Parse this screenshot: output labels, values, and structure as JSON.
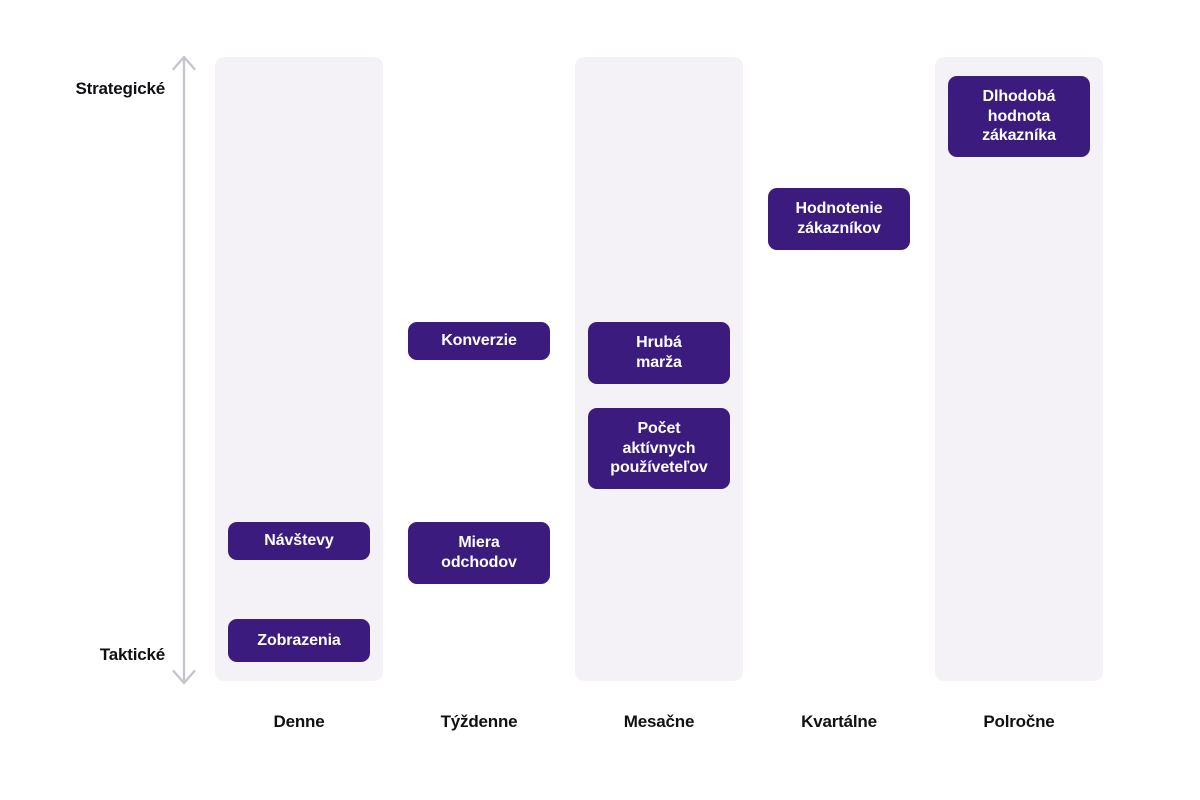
{
  "axis": {
    "top_label": "Strategické",
    "bottom_label": "Taktické",
    "arrow_color": "#c5c5ce",
    "icon": "double-headed-vertical-arrow-icon"
  },
  "theme": {
    "background": "#ffffff",
    "band_color": "#f4f2f7",
    "card_color": "#3b1c7e",
    "card_text_color": "#ffffff",
    "label_color": "#111014"
  },
  "chart_data": {
    "type": "scatter",
    "title": "",
    "xlabel": "",
    "ylabel": "",
    "grid": false,
    "legend": null,
    "x_categories": [
      "Denne",
      "Týždenne",
      "Mesačne",
      "Kvartálne",
      "Polročne"
    ],
    "y_axis": {
      "type": "ordinal",
      "low_label": "Taktické",
      "high_label": "Strategické",
      "range": [
        0,
        100
      ]
    },
    "columns": [
      {
        "label": "Denne",
        "banded": true,
        "items": [
          {
            "label": "Návštevy",
            "y": 24,
            "lines": 1
          },
          {
            "label": "Zobrazenia",
            "y": 8,
            "lines": 1
          }
        ]
      },
      {
        "label": "Týždenne",
        "banded": false,
        "items": [
          {
            "label": "Konverzie",
            "y": 57,
            "lines": 1
          },
          {
            "label": "Miera\nodchodov",
            "y": 22,
            "lines": 2
          }
        ]
      },
      {
        "label": "Mesačne",
        "banded": true,
        "items": [
          {
            "label": "Hrubá\nmarža",
            "y": 55,
            "lines": 2
          },
          {
            "label": "Počet\naktívnych\npoužíveteľov",
            "y": 39,
            "lines": 3
          }
        ]
      },
      {
        "label": "Kvartálne",
        "banded": false,
        "items": [
          {
            "label": "Hodnotenie\nzákazníkov",
            "y": 76,
            "lines": 2
          }
        ]
      },
      {
        "label": "Polročne",
        "banded": true,
        "items": [
          {
            "label": "Dlhodobá\nhodnota\nzákazníka",
            "y": 93,
            "lines": 3
          }
        ]
      }
    ]
  },
  "layout": {
    "column_left": [
      215,
      395,
      575,
      755,
      935
    ],
    "card_tops": [
      [
        522,
        619
      ],
      [
        322,
        522
      ],
      [
        322,
        408
      ],
      [
        188
      ],
      [
        76
      ]
    ],
    "card_heights": [
      [
        38,
        43
      ],
      [
        38,
        62
      ],
      [
        62,
        81
      ],
      [
        62,
        81
      ]
    ]
  }
}
